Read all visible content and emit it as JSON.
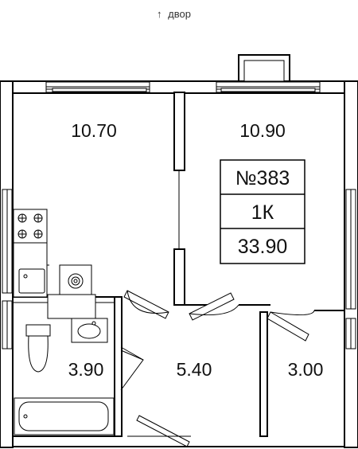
{
  "orientation": {
    "arrow_glyph": "↑",
    "label": "двор"
  },
  "rooms": {
    "room_left": "10.70",
    "room_right": "10.90",
    "bathroom": "3.90",
    "hallway": "5.40",
    "storage": "3.00"
  },
  "apartment": {
    "number": "№383",
    "type": "1К",
    "total_area": "33.90"
  },
  "colors": {
    "wall": "#000000",
    "line": "#222222",
    "background": "#ffffff"
  }
}
